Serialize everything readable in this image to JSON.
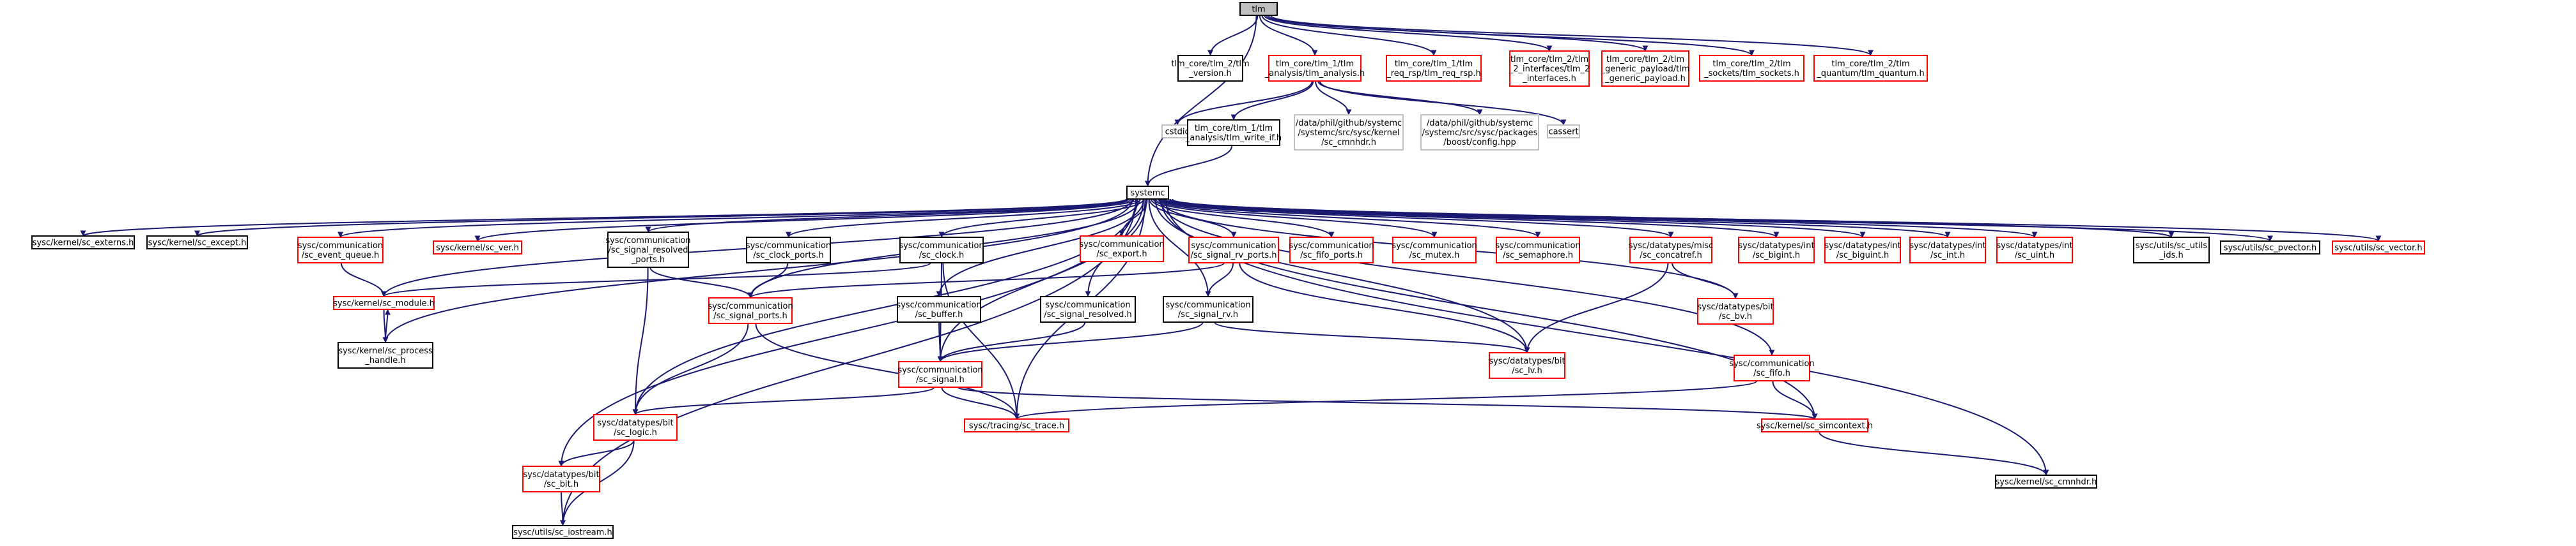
{
  "colors": {
    "edge": "#191970",
    "border_black": "#000000",
    "border_red": "#ff0000",
    "border_gray": "#bfbfbf",
    "root_fill": "#bfbfbf",
    "node_fill": "#ffffff"
  },
  "nodes": [
    {
      "id": "tlm",
      "lines": [
        "tlm"
      ],
      "border": "black",
      "root": true
    },
    {
      "id": "tlm_version",
      "lines": [
        "tlm_core/tlm_2/tlm",
        "_version.h"
      ],
      "border": "black"
    },
    {
      "id": "tlm_analysis",
      "lines": [
        "tlm_core/tlm_1/tlm",
        "_analysis/tlm_analysis.h"
      ],
      "border": "red"
    },
    {
      "id": "tlm_req_rsp",
      "lines": [
        "tlm_core/tlm_1/tlm",
        "_req_rsp/tlm_req_rsp.h"
      ],
      "border": "red"
    },
    {
      "id": "tlm_2_interfaces",
      "lines": [
        "tlm_core/tlm_2/tlm",
        "_2_interfaces/tlm_2",
        "_interfaces.h"
      ],
      "border": "red"
    },
    {
      "id": "tlm_generic_payload",
      "lines": [
        "tlm_core/tlm_2/tlm",
        "_generic_payload/tlm",
        "_generic_payload.h"
      ],
      "border": "red"
    },
    {
      "id": "tlm_sockets",
      "lines": [
        "tlm_core/tlm_2/tlm",
        "_sockets/tlm_sockets.h"
      ],
      "border": "red"
    },
    {
      "id": "tlm_quantum",
      "lines": [
        "tlm_core/tlm_2/tlm",
        "_quantum/tlm_quantum.h"
      ],
      "border": "red"
    },
    {
      "id": "cstdio",
      "lines": [
        "cstdio"
      ],
      "border": "gray"
    },
    {
      "id": "tlm_write_if",
      "lines": [
        "tlm_core/tlm_1/tlm",
        "_analysis/tlm_write_if.h"
      ],
      "border": "black"
    },
    {
      "id": "sc_cmnhdr_ext",
      "lines": [
        "/data/phil/github/systemc",
        "/systemc/src/sysc/kernel",
        "/sc_cmnhdr.h"
      ],
      "border": "gray"
    },
    {
      "id": "boost_config",
      "lines": [
        "/data/phil/github/systemc",
        "/systemc/src/sysc/packages",
        "/boost/config.hpp"
      ],
      "border": "gray"
    },
    {
      "id": "cassert",
      "lines": [
        "cassert"
      ],
      "border": "gray"
    },
    {
      "id": "systemc",
      "lines": [
        "systemc"
      ],
      "border": "black"
    },
    {
      "id": "sc_externs",
      "lines": [
        "sysc/kernel/sc_externs.h"
      ],
      "border": "black"
    },
    {
      "id": "sc_except",
      "lines": [
        "sysc/kernel/sc_except.h"
      ],
      "border": "black"
    },
    {
      "id": "sc_event_queue",
      "lines": [
        "sysc/communication",
        "/sc_event_queue.h"
      ],
      "border": "red"
    },
    {
      "id": "sc_ver",
      "lines": [
        "sysc/kernel/sc_ver.h"
      ],
      "border": "red"
    },
    {
      "id": "sc_signal_resolved_ports",
      "lines": [
        "sysc/communication",
        "/sc_signal_resolved",
        "_ports.h"
      ],
      "border": "black"
    },
    {
      "id": "sc_clock_ports",
      "lines": [
        "sysc/communication",
        "/sc_clock_ports.h"
      ],
      "border": "black"
    },
    {
      "id": "sc_clock",
      "lines": [
        "sysc/communication",
        "/sc_clock.h"
      ],
      "border": "black"
    },
    {
      "id": "sc_export",
      "lines": [
        "sysc/communication",
        "/sc_export.h"
      ],
      "border": "red"
    },
    {
      "id": "sc_signal_rv_ports",
      "lines": [
        "sysc/communication",
        "/sc_signal_rv_ports.h"
      ],
      "border": "red"
    },
    {
      "id": "sc_fifo_ports",
      "lines": [
        "sysc/communication",
        "/sc_fifo_ports.h"
      ],
      "border": "red"
    },
    {
      "id": "sc_mutex",
      "lines": [
        "sysc/communication",
        "/sc_mutex.h"
      ],
      "border": "red"
    },
    {
      "id": "sc_semaphore",
      "lines": [
        "sysc/communication",
        "/sc_semaphore.h"
      ],
      "border": "red"
    },
    {
      "id": "sc_concatref",
      "lines": [
        "sysc/datatypes/misc",
        "/sc_concatref.h"
      ],
      "border": "red"
    },
    {
      "id": "sc_bigint",
      "lines": [
        "sysc/datatypes/int",
        "/sc_bigint.h"
      ],
      "border": "red"
    },
    {
      "id": "sc_biguint",
      "lines": [
        "sysc/datatypes/int",
        "/sc_biguint.h"
      ],
      "border": "red"
    },
    {
      "id": "sc_int",
      "lines": [
        "sysc/datatypes/int",
        "/sc_int.h"
      ],
      "border": "red"
    },
    {
      "id": "sc_uint",
      "lines": [
        "sysc/datatypes/int",
        "/sc_uint.h"
      ],
      "border": "red"
    },
    {
      "id": "sc_utils_ids",
      "lines": [
        "sysc/utils/sc_utils",
        "_ids.h"
      ],
      "border": "black"
    },
    {
      "id": "sc_pvector",
      "lines": [
        "sysc/utils/sc_pvector.h"
      ],
      "border": "black"
    },
    {
      "id": "sc_vector",
      "lines": [
        "sysc/utils/sc_vector.h"
      ],
      "border": "red"
    },
    {
      "id": "sc_module",
      "lines": [
        "sysc/kernel/sc_module.h"
      ],
      "border": "red"
    },
    {
      "id": "sc_signal_ports",
      "lines": [
        "sysc/communication",
        "/sc_signal_ports.h"
      ],
      "border": "red"
    },
    {
      "id": "sc_buffer",
      "lines": [
        "sysc/communication",
        "/sc_buffer.h"
      ],
      "border": "black"
    },
    {
      "id": "sc_signal_resolved",
      "lines": [
        "sysc/communication",
        "/sc_signal_resolved.h"
      ],
      "border": "black"
    },
    {
      "id": "sc_signal_rv",
      "lines": [
        "sysc/communication",
        "/sc_signal_rv.h"
      ],
      "border": "black"
    },
    {
      "id": "sc_bv",
      "lines": [
        "sysc/datatypes/bit",
        "/sc_bv.h"
      ],
      "border": "red"
    },
    {
      "id": "sc_process_handle",
      "lines": [
        "sysc/kernel/sc_process",
        "_handle.h"
      ],
      "border": "black"
    },
    {
      "id": "sc_signal",
      "lines": [
        "sysc/communication",
        "/sc_signal.h"
      ],
      "border": "red"
    },
    {
      "id": "sc_lv",
      "lines": [
        "sysc/datatypes/bit",
        "/sc_lv.h"
      ],
      "border": "red"
    },
    {
      "id": "sc_fifo",
      "lines": [
        "sysc/communication",
        "/sc_fifo.h"
      ],
      "border": "red"
    },
    {
      "id": "sc_logic",
      "lines": [
        "sysc/datatypes/bit",
        "/sc_logic.h"
      ],
      "border": "red"
    },
    {
      "id": "sc_trace",
      "lines": [
        "sysc/tracing/sc_trace.h"
      ],
      "border": "red"
    },
    {
      "id": "sc_simcontext",
      "lines": [
        "sysc/kernel/sc_simcontext.h"
      ],
      "border": "red"
    },
    {
      "id": "sc_bit",
      "lines": [
        "sysc/datatypes/bit",
        "/sc_bit.h"
      ],
      "border": "red"
    },
    {
      "id": "sc_cmnhdr",
      "lines": [
        "sysc/kernel/sc_cmnhdr.h"
      ],
      "border": "black"
    },
    {
      "id": "sc_iostream",
      "lines": [
        "sysc/utils/sc_iostream.h"
      ],
      "border": "black"
    }
  ],
  "edges": [
    [
      "tlm",
      "tlm_version"
    ],
    [
      "tlm",
      "tlm_analysis"
    ],
    [
      "tlm",
      "tlm_req_rsp"
    ],
    [
      "tlm",
      "tlm_2_interfaces"
    ],
    [
      "tlm",
      "tlm_generic_payload"
    ],
    [
      "tlm",
      "tlm_sockets"
    ],
    [
      "tlm",
      "tlm_quantum"
    ],
    [
      "tlm",
      "systemc"
    ],
    [
      "tlm_analysis",
      "cstdio"
    ],
    [
      "tlm_analysis",
      "tlm_write_if"
    ],
    [
      "tlm_analysis",
      "sc_cmnhdr_ext"
    ],
    [
      "tlm_analysis",
      "boost_config"
    ],
    [
      "tlm_analysis",
      "cassert"
    ],
    [
      "tlm_write_if",
      "systemc"
    ],
    [
      "systemc",
      "sc_externs"
    ],
    [
      "systemc",
      "sc_except"
    ],
    [
      "systemc",
      "sc_event_queue"
    ],
    [
      "systemc",
      "sc_ver"
    ],
    [
      "systemc",
      "sc_signal_resolved_ports"
    ],
    [
      "systemc",
      "sc_clock_ports"
    ],
    [
      "systemc",
      "sc_clock"
    ],
    [
      "systemc",
      "sc_export"
    ],
    [
      "systemc",
      "sc_signal_rv_ports"
    ],
    [
      "systemc",
      "sc_fifo_ports"
    ],
    [
      "systemc",
      "sc_mutex"
    ],
    [
      "systemc",
      "sc_semaphore"
    ],
    [
      "systemc",
      "sc_concatref"
    ],
    [
      "systemc",
      "sc_bigint"
    ],
    [
      "systemc",
      "sc_biguint"
    ],
    [
      "systemc",
      "sc_int"
    ],
    [
      "systemc",
      "sc_uint"
    ],
    [
      "systemc",
      "sc_utils_ids"
    ],
    [
      "systemc",
      "sc_pvector"
    ],
    [
      "systemc",
      "sc_vector"
    ],
    [
      "systemc",
      "sc_module"
    ],
    [
      "systemc",
      "sc_signal_ports"
    ],
    [
      "systemc",
      "sc_buffer"
    ],
    [
      "systemc",
      "sc_signal_resolved"
    ],
    [
      "systemc",
      "sc_signal_rv"
    ],
    [
      "systemc",
      "sc_bv"
    ],
    [
      "systemc",
      "sc_process_handle"
    ],
    [
      "systemc",
      "sc_signal"
    ],
    [
      "systemc",
      "sc_lv"
    ],
    [
      "systemc",
      "sc_fifo"
    ],
    [
      "systemc",
      "sc_logic"
    ],
    [
      "systemc",
      "sc_trace"
    ],
    [
      "systemc",
      "sc_simcontext"
    ],
    [
      "systemc",
      "sc_bit"
    ],
    [
      "systemc",
      "sc_cmnhdr"
    ],
    [
      "systemc",
      "sc_iostream"
    ],
    [
      "sc_event_queue",
      "sc_module"
    ],
    [
      "sc_module",
      "sc_process_handle"
    ],
    [
      "sc_process_handle",
      "sc_module"
    ],
    [
      "sc_signal_resolved_ports",
      "sc_signal_ports"
    ],
    [
      "sc_signal_resolved_ports",
      "sc_logic"
    ],
    [
      "sc_clock_ports",
      "sc_signal_ports"
    ],
    [
      "sc_clock",
      "sc_module"
    ],
    [
      "sc_clock",
      "sc_signal"
    ],
    [
      "sc_clock",
      "sc_trace"
    ],
    [
      "sc_signal_rv_ports",
      "sc_signal_ports"
    ],
    [
      "sc_signal_rv_ports",
      "sc_signal_rv"
    ],
    [
      "sc_signal_rv_ports",
      "sc_lv"
    ],
    [
      "sc_concatref",
      "sc_bv"
    ],
    [
      "sc_concatref",
      "sc_lv"
    ],
    [
      "sc_signal_ports",
      "sc_logic"
    ],
    [
      "sc_signal_ports",
      "sc_trace"
    ],
    [
      "sc_buffer",
      "sc_signal"
    ],
    [
      "sc_signal_resolved",
      "sc_signal"
    ],
    [
      "sc_signal_rv",
      "sc_signal"
    ],
    [
      "sc_signal_rv",
      "sc_lv"
    ],
    [
      "sc_signal",
      "sc_logic"
    ],
    [
      "sc_signal",
      "sc_trace"
    ],
    [
      "sc_signal",
      "sc_simcontext"
    ],
    [
      "sc_fifo",
      "sc_trace"
    ],
    [
      "sc_fifo",
      "sc_simcontext"
    ],
    [
      "sc_logic",
      "sc_bit"
    ],
    [
      "sc_logic",
      "sc_iostream"
    ],
    [
      "sc_bit",
      "sc_iostream"
    ],
    [
      "sc_simcontext",
      "sc_cmnhdr"
    ]
  ]
}
